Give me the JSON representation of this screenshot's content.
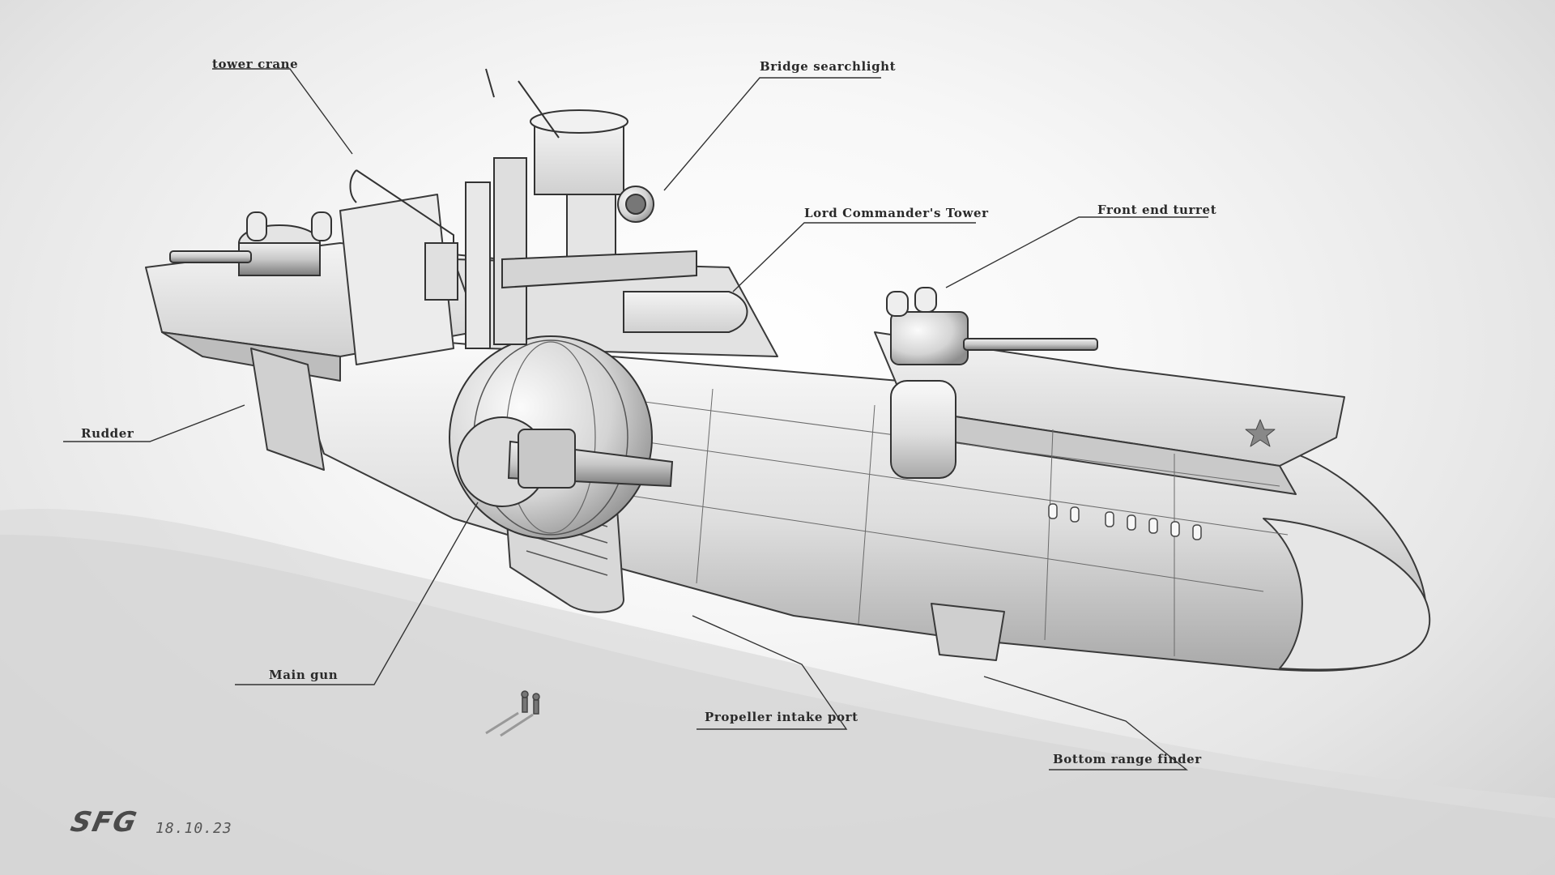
{
  "callouts": {
    "tower_crane": "tower crane",
    "bridge_searchlight": "Bridge searchlight",
    "lord_commanders_tower": "Lord Commander's Tower",
    "front_end_turret": "Front end turret",
    "rudder": "Rudder",
    "main_gun": "Main gun",
    "propeller_intake_port": "Propeller intake port",
    "bottom_range_finder": "Bottom range finder"
  },
  "signature": {
    "initials": "SFG",
    "date": "18.10.23"
  },
  "colors": {
    "ink": "#2a2a2a",
    "hull_light": "#f2f2f2",
    "hull_mid": "#d6d6d6",
    "hull_dark": "#9e9e9e",
    "shadow": "#d9d9d9"
  }
}
